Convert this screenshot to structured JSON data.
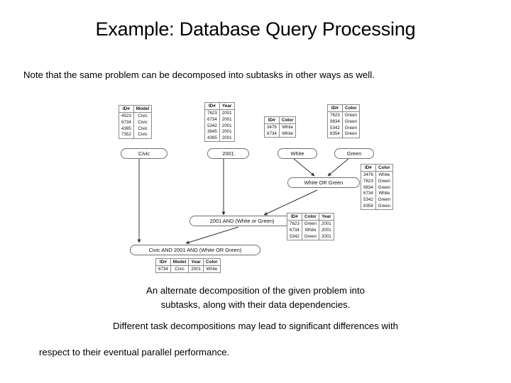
{
  "slide": {
    "title": "Example: Database Query Processing",
    "intro": "Note that the same problem can be decomposed into subtasks in other ways as well.",
    "caption_line1": "An alternate decomposition of the given problem into",
    "caption_line2": "subtasks, along with their data dependencies.",
    "caption_line3": "Different task decompositions may lead to significant differences with",
    "caption_line4": "respect to their eventual parallel performance."
  },
  "diagram": {
    "tables": {
      "model_civic": {
        "headers": [
          "ID#",
          "Model"
        ],
        "rows": [
          [
            "4523",
            "Civic"
          ],
          [
            "6734",
            "Civic"
          ],
          [
            "4395",
            "Civic"
          ],
          [
            "7352",
            "Civic"
          ]
        ]
      },
      "year_2001": {
        "headers": [
          "ID#",
          "Year"
        ],
        "rows": [
          [
            "7623",
            "2001"
          ],
          [
            "6734",
            "2001"
          ],
          [
            "5342",
            "2001"
          ],
          [
            "3845",
            "2001"
          ],
          [
            "4395",
            "2001"
          ]
        ]
      },
      "color_white": {
        "headers": [
          "ID#",
          "Color"
        ],
        "rows": [
          [
            "3476",
            "White"
          ],
          [
            "6734",
            "White"
          ]
        ]
      },
      "color_green": {
        "headers": [
          "ID#",
          "Color"
        ],
        "rows": [
          [
            "7623",
            "Green"
          ],
          [
            "9834",
            "Green"
          ],
          [
            "5342",
            "Green"
          ],
          [
            "8354",
            "Green"
          ]
        ]
      },
      "white_or_green": {
        "headers": [
          "ID#",
          "Color"
        ],
        "rows": [
          [
            "3476",
            "White"
          ],
          [
            "7623",
            "Green"
          ],
          [
            "9834",
            "Green"
          ],
          [
            "6734",
            "White"
          ],
          [
            "5342",
            "Green"
          ],
          [
            "8354",
            "Green"
          ]
        ]
      },
      "year_and_color": {
        "headers": [
          "ID#",
          "Color",
          "Year"
        ],
        "rows": [
          [
            "7623",
            "Green",
            "2001"
          ],
          [
            "6734",
            "White",
            "2001"
          ],
          [
            "5342",
            "Green",
            "2001"
          ]
        ]
      },
      "final_result": {
        "headers": [
          "ID#",
          "Model",
          "Year",
          "Color"
        ],
        "rows": [
          [
            "6734",
            "Civic",
            "2001",
            "White"
          ]
        ]
      }
    },
    "nodes": {
      "civic": "Civic",
      "year2001": "2001",
      "white": "White",
      "green": "Green",
      "white_or_green": "White OR Green",
      "and_2001_color": "2001 AND (White or Green)",
      "final": "Civic AND 2001 AND (White OR Green)"
    }
  },
  "colors": {
    "text": "#000000",
    "background": "#ffffff",
    "rule": "#8a8a8a",
    "pill_border": "#6f6f6f"
  }
}
